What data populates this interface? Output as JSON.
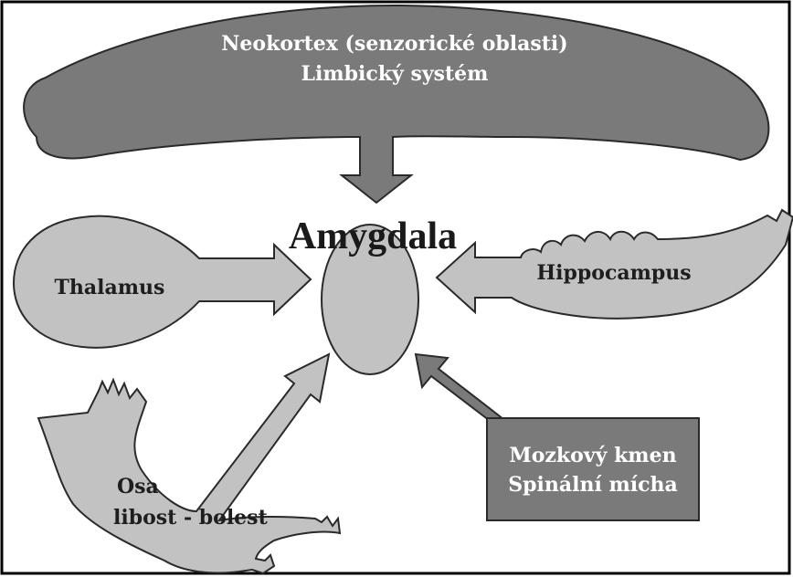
{
  "diagram": {
    "title": "Amygdala",
    "top_region": {
      "line1": "Neokortex (senzorické oblasti)",
      "line2": "Limbický systém"
    },
    "thalamus": "Thalamus",
    "hippocampus": "Hippocampus",
    "brainstem": {
      "line1": "Mozkový kmen",
      "line2": "Spinální mícha"
    },
    "pleasure_pain": {
      "line1": "Osa",
      "line2": "libost - bolest"
    }
  },
  "colors": {
    "dark_fill": "#7a7a7a",
    "light_fill": "#c2c2c2",
    "stroke": "#2a2a2a",
    "border": "#000000"
  }
}
